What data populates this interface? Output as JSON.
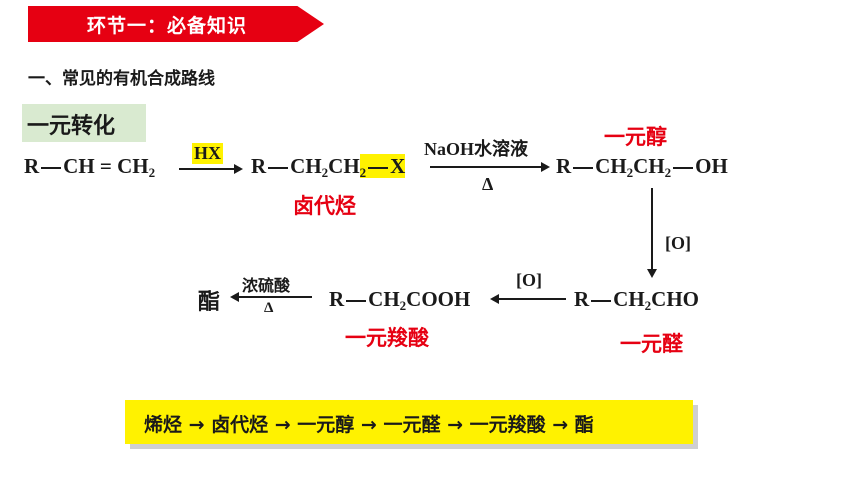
{
  "banner": {
    "text": "环节一：必备知识"
  },
  "heading": "一、常见的有机合成路线",
  "tag": "一元转化",
  "scheme": {
    "alkene": {
      "r": "R",
      "mid": "CH = CH",
      "sub": "2"
    },
    "hx_reagent": "HX",
    "haloalkane": {
      "pre": "R",
      "c1": "CH",
      "s1": "2",
      "c2": "CH",
      "s2": "2",
      "x": "X"
    },
    "haloalkane_label": "卤代烃",
    "naoh_reagent": "NaOH水溶液",
    "delta1": "Δ",
    "alcohol_label": "一元醇",
    "alcohol": {
      "pre": "R",
      "c1": "CH",
      "s1": "2",
      "c2": "CH",
      "s2": "2",
      "oh": "OH"
    },
    "oxid1": "[O]",
    "aldehyde": {
      "pre": "R",
      "c1": "CH",
      "s1": "2",
      "rest": "CHO"
    },
    "aldehyde_label": "一元醛",
    "oxid2": "[O]",
    "acid": {
      "pre": "R",
      "c1": "CH",
      "s1": "2",
      "rest": "COOH"
    },
    "acid_label": "一元羧酸",
    "acid_reagent": "浓硫酸",
    "delta2": "Δ",
    "ester": "酯"
  },
  "summary": "烯烃 →  卤代烃 → 一元醇 → 一元醛 → 一元羧酸 → 酯",
  "colors": {
    "banner": "#e60012",
    "label_red": "#e60012",
    "highlight": "#fff200",
    "tag_bg": "#d9ead0"
  }
}
